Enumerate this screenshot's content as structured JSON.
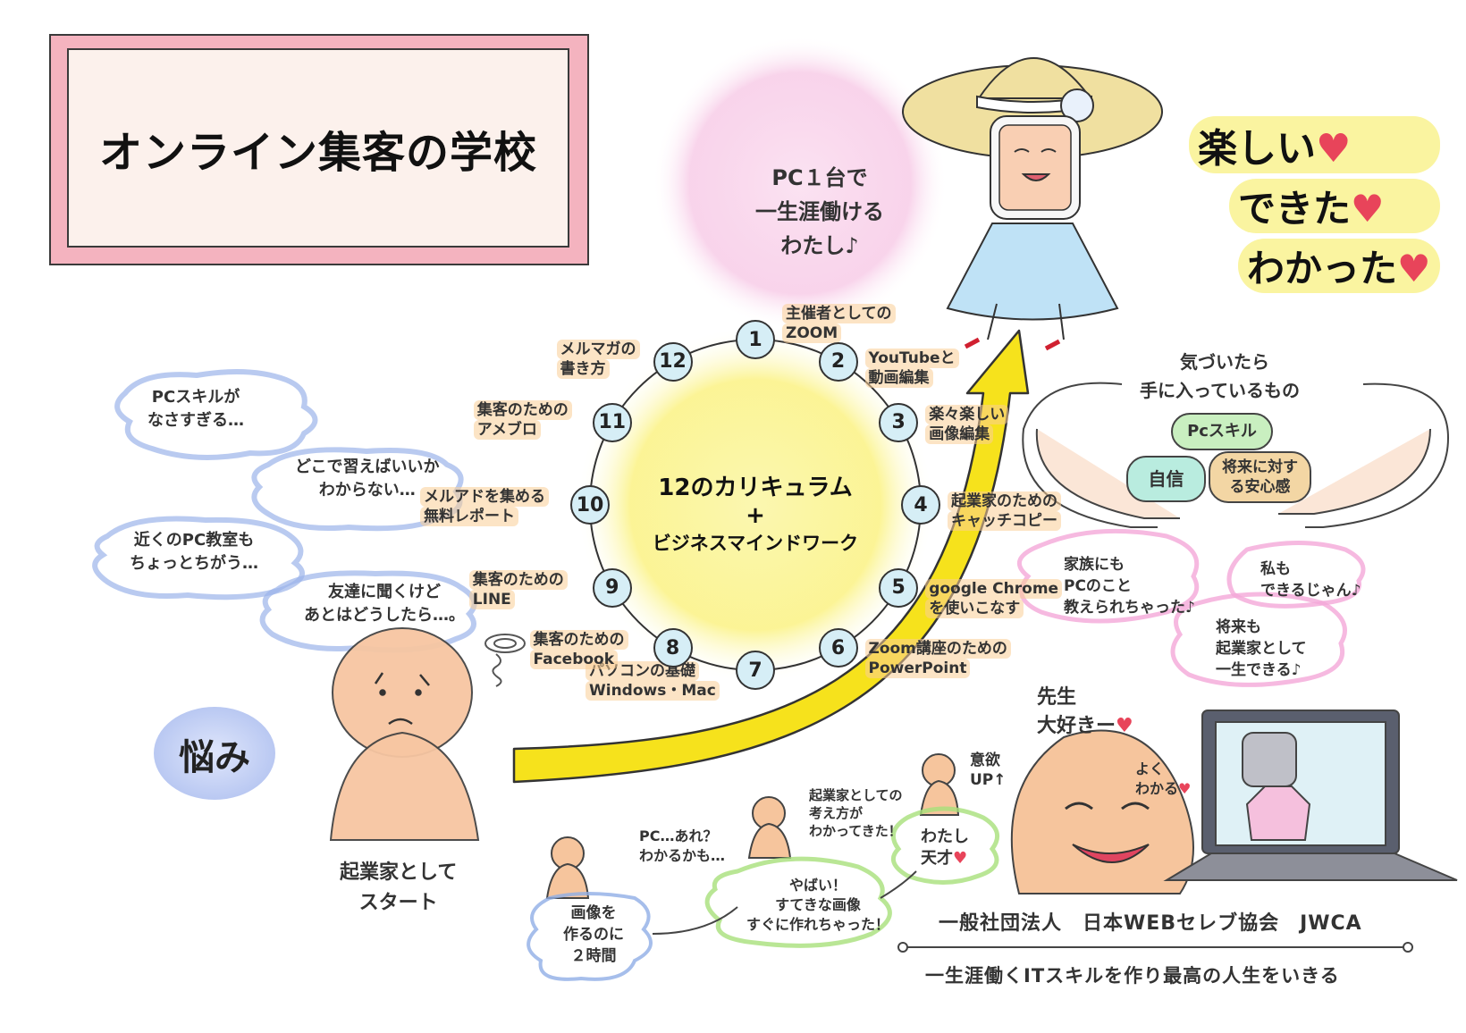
{
  "title": "オンライン集客の学校",
  "goal_text": [
    "PC１台で",
    "一生涯働ける",
    "わたし♪"
  ],
  "happy_text": [
    "楽しい",
    "できた",
    "わかった"
  ],
  "heart": "♥",
  "center": {
    "line1": "12のカリキュラム",
    "plus": "+",
    "line2": "ビジネスマインドワーク"
  },
  "curriculum": [
    {
      "n": "1",
      "label": [
        "主催者としての",
        "ZOOM"
      ]
    },
    {
      "n": "2",
      "label": [
        "YouTubeと",
        "動画編集"
      ]
    },
    {
      "n": "3",
      "label": [
        "楽々楽しい",
        "画像編集"
      ]
    },
    {
      "n": "4",
      "label": [
        "起業家のための",
        "キャッチコピー"
      ]
    },
    {
      "n": "5",
      "label": [
        "google Chrome",
        "を使いこなす"
      ]
    },
    {
      "n": "6",
      "label": [
        "Zoom講座のための",
        "PowerPoint"
      ]
    },
    {
      "n": "7",
      "label": [
        "パソコンの基礎",
        "Windows・Mac"
      ]
    },
    {
      "n": "8",
      "label": [
        "集客のための",
        "Facebook"
      ]
    },
    {
      "n": "9",
      "label": [
        "集客のための",
        "LINE"
      ]
    },
    {
      "n": "10",
      "label": [
        "メルアドを集める",
        "無料レポート"
      ]
    },
    {
      "n": "11",
      "label": [
        "集客のための",
        "アメブロ"
      ]
    },
    {
      "n": "12",
      "label": [
        "メルマガの",
        "書き方"
      ]
    }
  ],
  "worries": [
    [
      "PCスキルが",
      "なさすぎる…"
    ],
    [
      "どこで習えばいいか",
      "わからない…"
    ],
    [
      "近くのPC教室も",
      "ちょっとちがう…"
    ],
    [
      "友達に聞くけど",
      "あとはどうしたら…。"
    ]
  ],
  "worry_label": "悩み",
  "start_label": [
    "起業家として",
    "スタート"
  ],
  "gained": {
    "heading": [
      "気づいたら",
      "手に入っているもの"
    ],
    "items": [
      "Pcスキル",
      "自信",
      "将来に対する安心感"
    ]
  },
  "testimonials": [
    [
      "家族にも",
      "PCのこと",
      "教えられちゃった♪"
    ],
    [
      "私も",
      "できるじゃん♪"
    ],
    [
      "将来も",
      "起業家として",
      "一生できる♪"
    ]
  ],
  "teacher_text": [
    "先生",
    "大好きー"
  ],
  "understand_text": [
    "よく",
    "わかる"
  ],
  "journey": {
    "step1": [
      "画像を",
      "作るのに",
      "２時間"
    ],
    "pc_text": [
      "PC…あれ？",
      "わかるかも…"
    ],
    "step2": [
      "やばい！",
      "すてきな画像",
      "すぐに作れちゃった！"
    ],
    "mindset": [
      "起業家としての",
      "考え方が",
      "わかってきた！"
    ],
    "motivation": [
      "意欲",
      "UP↑"
    ],
    "genius": [
      "わたし",
      "天才"
    ]
  },
  "org_name": "一般社団法人　日本WEBセレブ協会　JWCA",
  "tagline": "一生涯働くITスキルを作り最高の人生をいきる",
  "colors": {
    "title_border": "#f4b3bf",
    "arrow": "#f6e21c",
    "glow_yellow": "#fbf6a0",
    "glow_pink": "#f9c9e6",
    "heart": "#e8445a",
    "num_fill": "#d6eef6",
    "label_highlight": "#facd96",
    "gain_green": "#c9efc0",
    "gain_teal": "#b9ecdf",
    "gain_peach": "#f3d6a4",
    "worry_cloud": "#c8d8f6"
  }
}
